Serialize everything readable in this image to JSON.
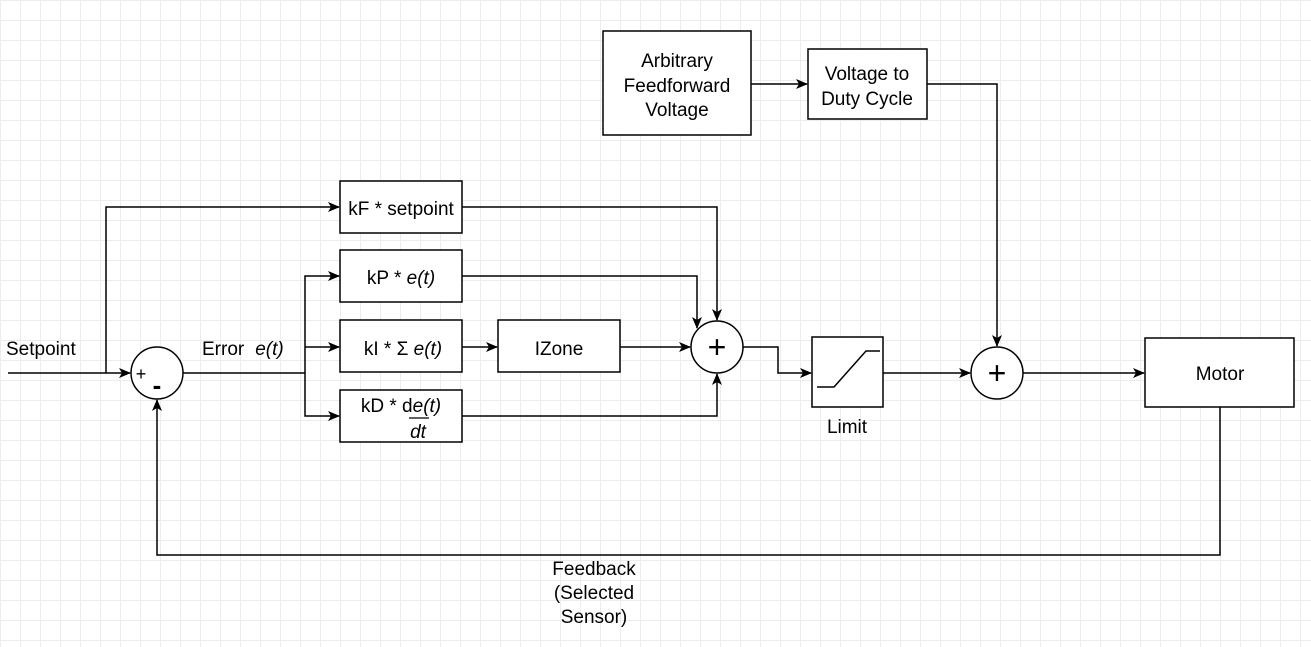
{
  "labels": {
    "setpoint": "Setpoint",
    "error_word": "Error",
    "error_sym": "e(t)",
    "limit": "Limit",
    "feedback": [
      "Feedback",
      "(Selected",
      "Sensor)"
    ],
    "sum_plus_sign": "+",
    "sum_minus_sign": "-",
    "plus_symbol": "+"
  },
  "blocks": {
    "arbitrary_ff": [
      "Arbitrary",
      "Feedforward",
      "Voltage"
    ],
    "v_to_duty": [
      "Voltage to",
      "Duty Cycle"
    ],
    "kf": "kF * setpoint",
    "kp": {
      "prefix": "kP * ",
      "expr": "e(t)"
    },
    "ki": {
      "prefix": "kI * Σ ",
      "expr": "e(t)"
    },
    "izone": "IZone",
    "kd": {
      "prefix": "kD * d",
      "expr": "e(t)",
      "denominator": "dt"
    },
    "motor": "Motor"
  }
}
